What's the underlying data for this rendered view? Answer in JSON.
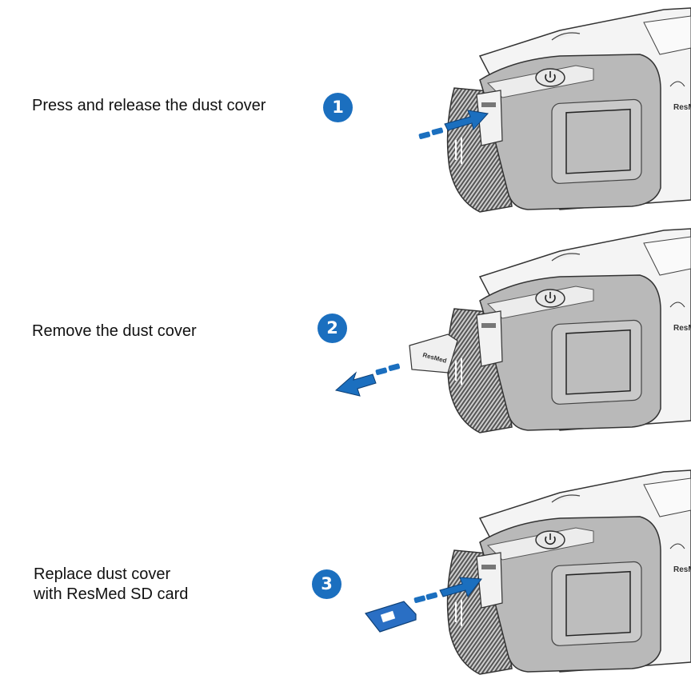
{
  "steps": [
    {
      "number": "1",
      "instruction": "Press and release the dust cover",
      "action": "press"
    },
    {
      "number": "2",
      "instruction": "Remove the dust cover",
      "action": "remove"
    },
    {
      "number": "3",
      "instruction_line1": "Replace dust cover",
      "instruction_line2": "with ResMed SD card",
      "action": "insert"
    }
  ],
  "device_logo": "ResMed",
  "dust_cover_logo": "ResMed",
  "colors": {
    "accent_blue": "#1b6fbf",
    "device_gray": "#b9b9b9",
    "shell_white": "#f4f4f4",
    "grille_dark": "#4a4a4a"
  },
  "icons": [
    "power-icon",
    "arrow-right-icon",
    "arrow-left-icon",
    "sd-card-icon"
  ]
}
